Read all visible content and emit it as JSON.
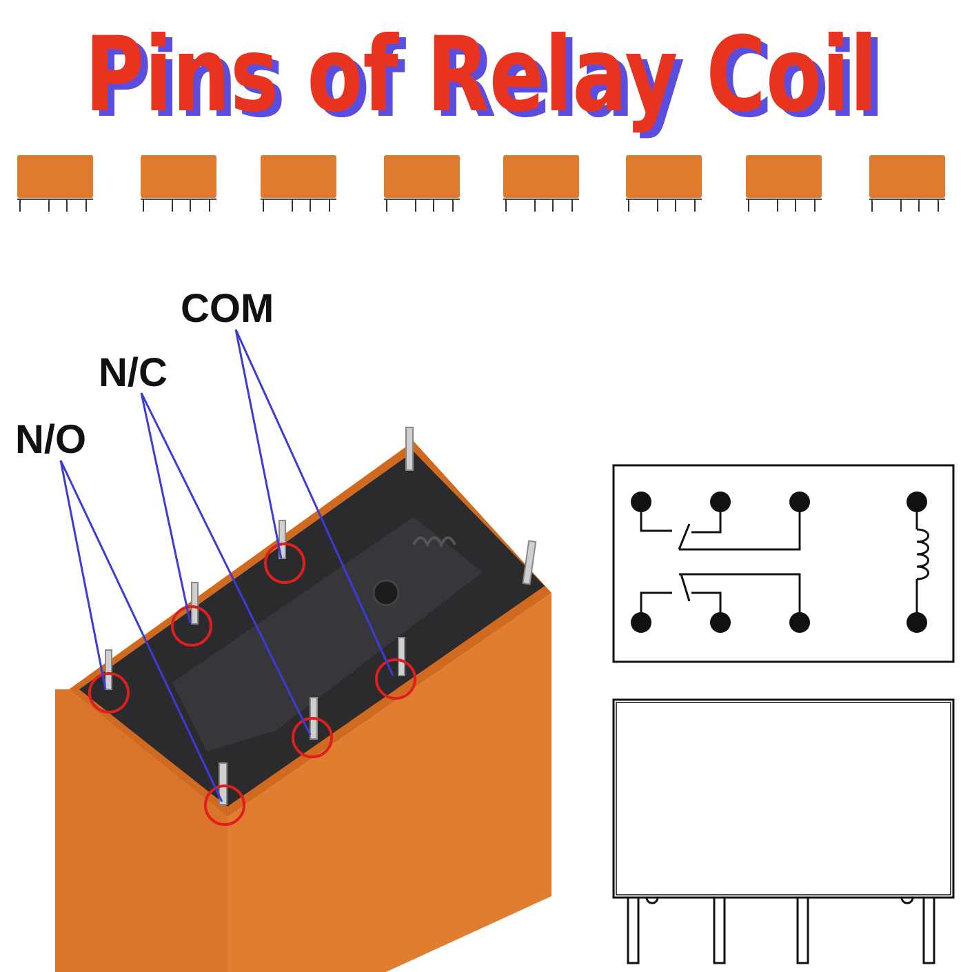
{
  "title": "Pins of Relay Coil",
  "colors": {
    "title_fill": "#e8341f",
    "title_shadow": "#5a4ee0",
    "relay_orange": "#e07a2c",
    "relay_orange_dark": "#c8661c",
    "relay_top": "#2a2a2c",
    "pointer_line": "#3b3bd9",
    "pin_circle": "#e01e1e",
    "schematic_stroke": "#111111"
  },
  "thumbnails": {
    "count": 8
  },
  "labels": {
    "com": "COM",
    "nc": "N/C",
    "no": "N/O"
  },
  "schematic": {
    "icon": "relay-dpdt-schematic"
  },
  "outline": {
    "icon": "relay-side-outline"
  }
}
